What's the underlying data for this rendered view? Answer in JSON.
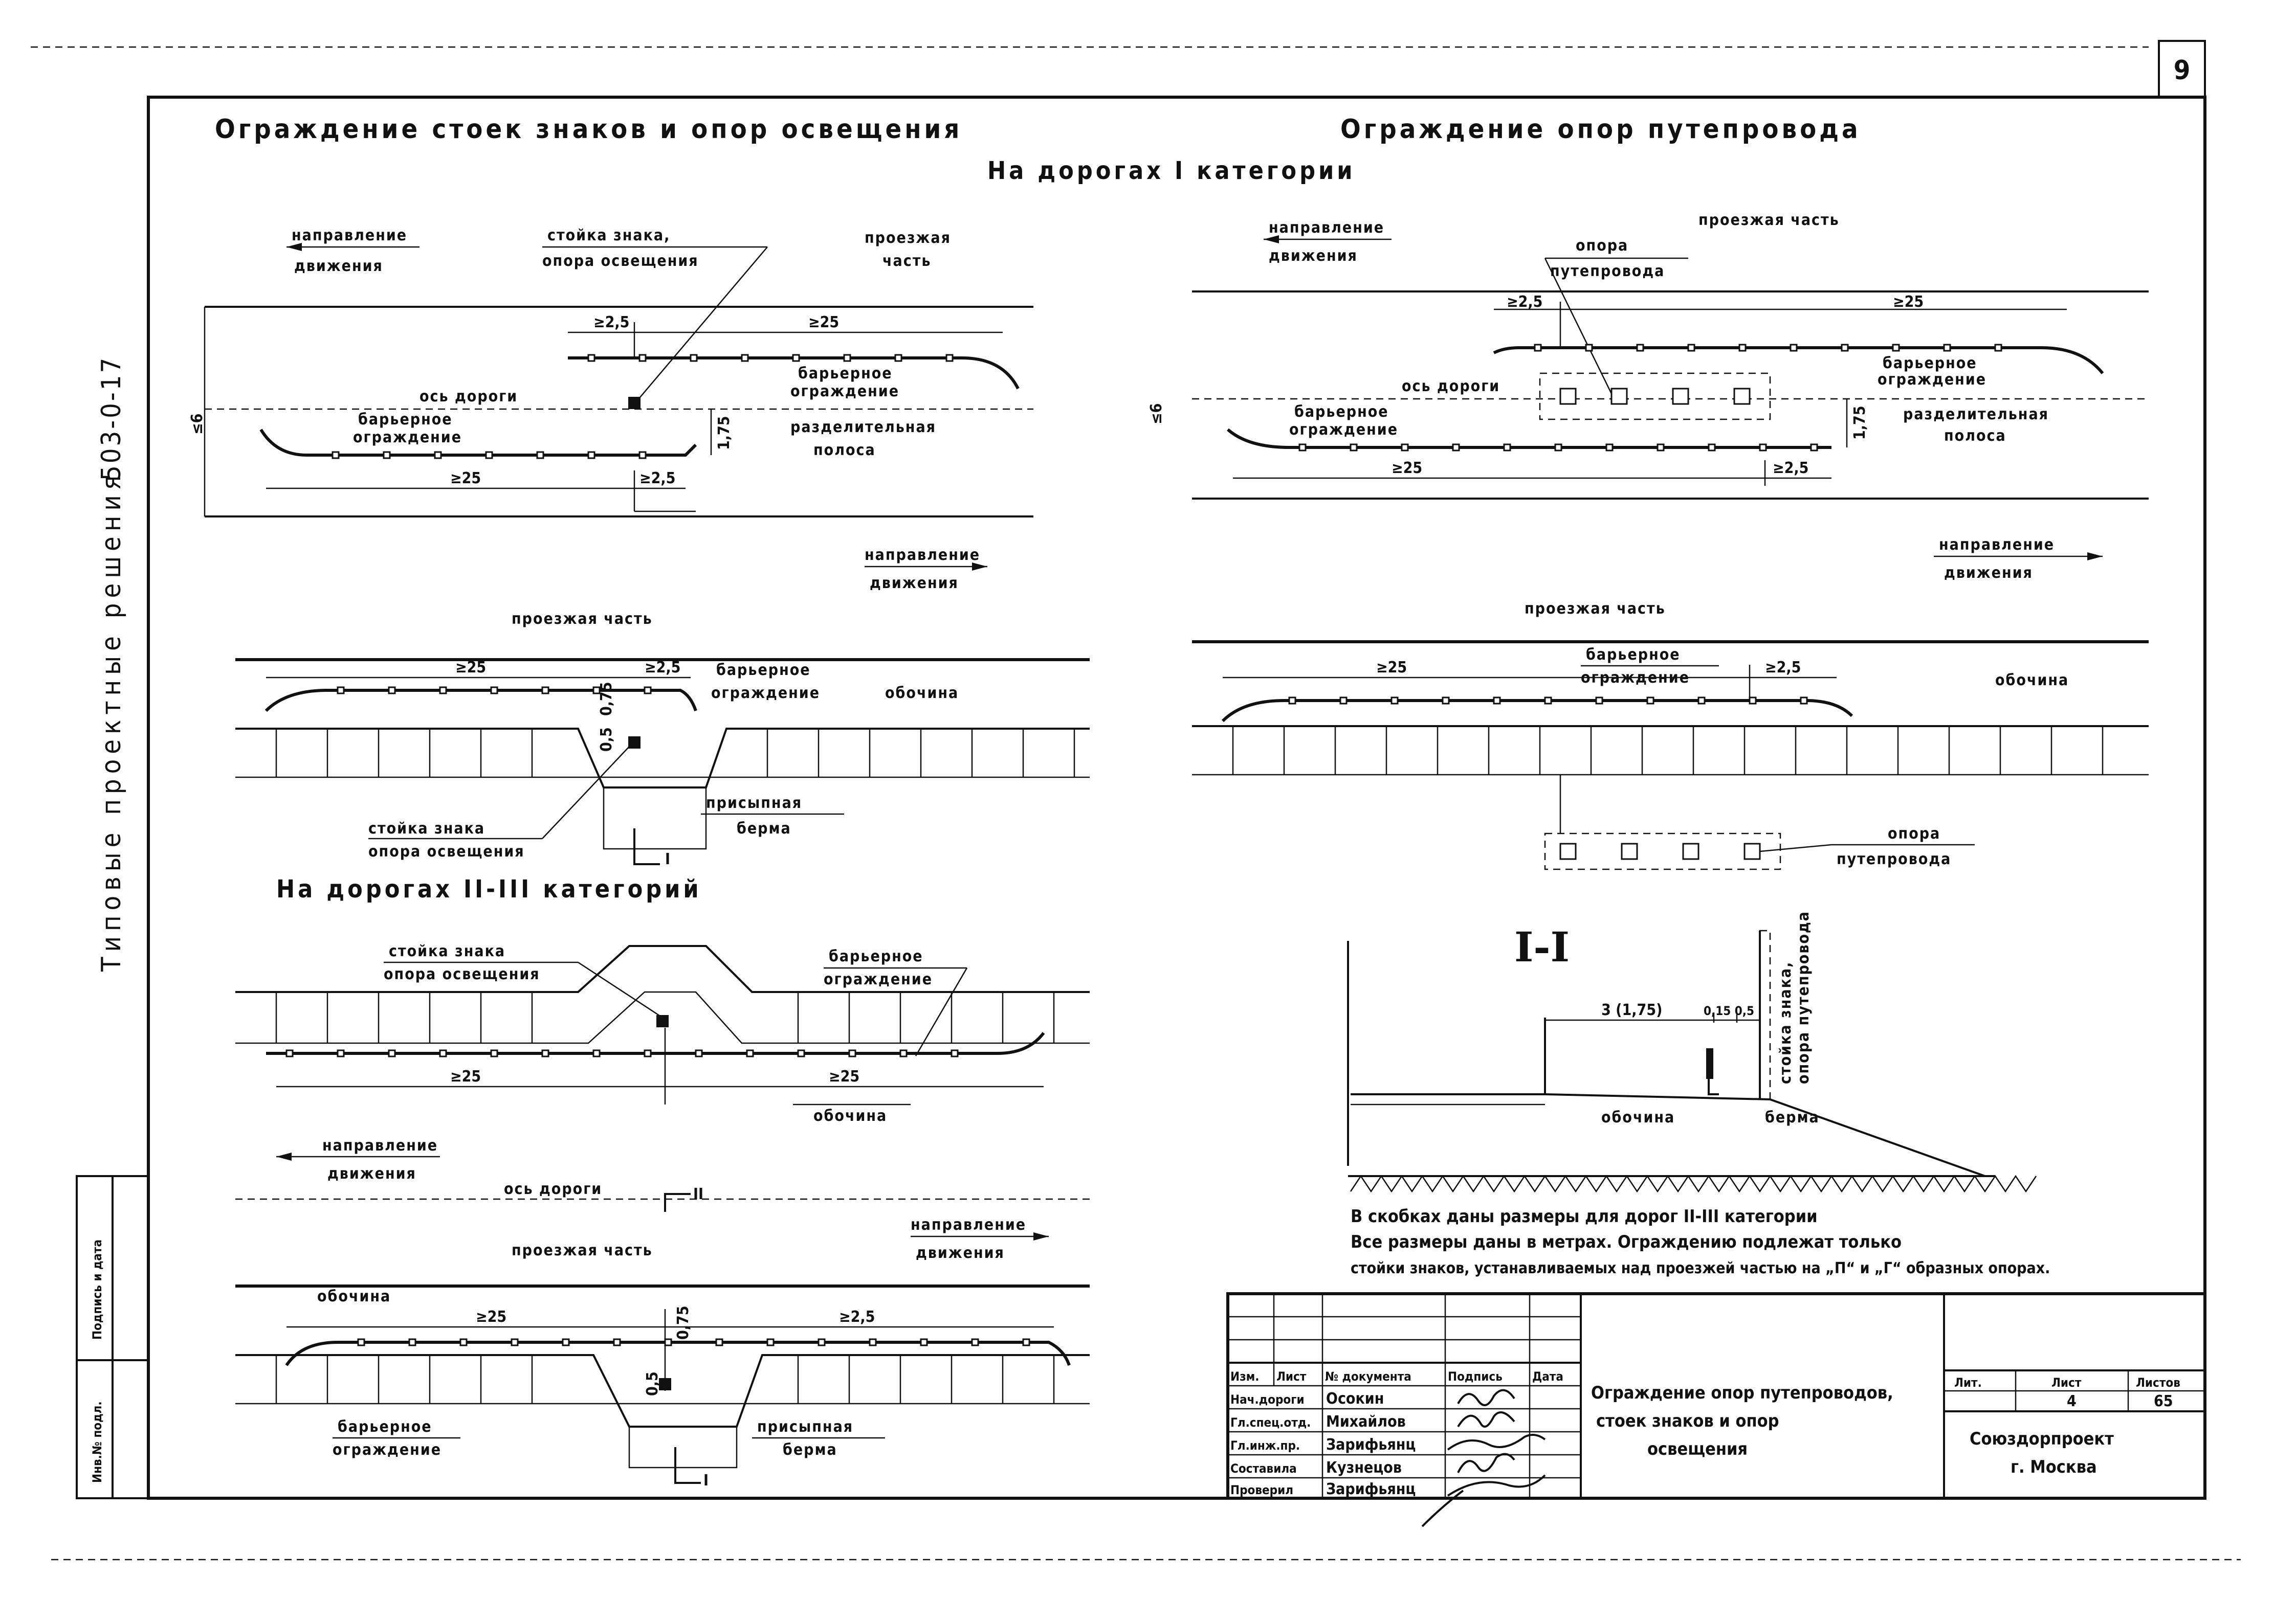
{
  "sheet": {
    "page_number": "9",
    "series_code": "503-0-17",
    "side_title": "Типовые проектные решения",
    "stamp_col1": "Подпись и дата",
    "stamp_col2": "Инв.№ подл."
  },
  "left": {
    "title": "Ограждение стоек знаков и опор освещения",
    "cat1_heading": "На дорогах I категории",
    "cat23_heading": "На дорогах II-III категорий"
  },
  "right": {
    "title": "Ограждение опор путепровода"
  },
  "labels": {
    "direction": "направление",
    "traffic": "движения",
    "sign_post": "стойка знака,",
    "light_pole": "опора освещения",
    "sign_post2": "стойка знака",
    "carriageway": "проезжая",
    "part": "часть",
    "carriageway_full": "проезжая часть",
    "road_axis": "ось дороги",
    "barrier1": "барьерное",
    "barrier2": "ограждение",
    "median1": "разделительная",
    "median2": "полоса",
    "shoulder": "обочина",
    "berm1": "присыпная",
    "berm2": "берма",
    "berm": "берма",
    "overpass1": "опора",
    "overpass2": "путепровода",
    "sign_post_v": "стойка знака,",
    "overpass_v": "опора путепровода"
  },
  "dims": {
    "ge25": "≥25",
    "ge2_5": "≥2,5",
    "le6": "≤6",
    "d175": "1,75",
    "d05": "0,5",
    "d075": "0,75",
    "d3_175": "3 (1,75)",
    "d15_05": "0,15 0,5"
  },
  "section": {
    "mark": "I-I",
    "cut_I": "I",
    "cut_II": "II"
  },
  "notes": {
    "line1": "В скобках даны размеры для дорог II-III категории",
    "line2": "Все размеры даны в метрах. Ограждению подлежат только",
    "line3": "стойки знаков, устанавливаемых над проезжей частью на „П“ и „Г“ образных опорах."
  },
  "title_block": {
    "headers": [
      "Изм.",
      "Лист",
      "№ документа",
      "Подпись",
      "Дата"
    ],
    "rows": [
      {
        "role": "Нач.дороги",
        "name": "Осокин"
      },
      {
        "role": "Гл.спец.отд.",
        "name": "Михайлов"
      },
      {
        "role": "Гл.инж.пр.",
        "name": "Зарифьянц"
      },
      {
        "role": "Составила",
        "name": "Кузнецов"
      },
      {
        "role": "Проверил",
        "name": "Зарифьянц"
      }
    ],
    "drawing_title_1": "Ограждение опор путепроводов,",
    "drawing_title_2": "стоек знаков и опор",
    "drawing_title_3": "освещения",
    "col_stage": "Лит.",
    "col_sheet": "Лист",
    "col_sheets": "Листов",
    "sheet_no": "4",
    "sheets_total": "65",
    "org_1": "Союздорпроект",
    "org_2": "г. Москва"
  }
}
